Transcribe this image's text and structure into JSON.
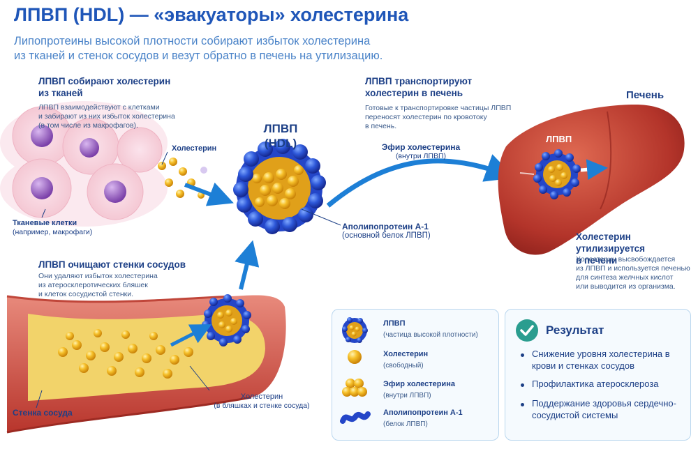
{
  "header": {
    "title": "ЛПВП (HDL) — «эвакуаторы» холестерина",
    "subtitle_line1": "Липопротеины высокой плотности собирают избыток холестерина",
    "subtitle_line2": "из тканей и стенок сосудов и везут обратно в печень на утилизацию."
  },
  "tissue": {
    "heading_line1": "ЛПВП собирают холестерин",
    "heading_line2": "из тканей",
    "text_line1": "ЛПВП взаимодействуют с клетками",
    "text_line2": "и забирают из них избыток холестерина",
    "text_line3": "(в том числе из макрофагов).",
    "cholesterol_label": "Холестерин",
    "cells_label_line1": "Тканевые клетки",
    "cells_label_line2": "(например, макрофаги)"
  },
  "center": {
    "title_line1": "ЛПВП",
    "title_line2": "(HDL)",
    "apo_label_line1": "Аполипопротеин А-1",
    "apo_label_line2": "(основной белок ЛПВП)"
  },
  "transport": {
    "heading_line1": "ЛПВП транспортируют",
    "heading_line2": "холестерин  в печень",
    "text_line1": "Готовые к транспортировке частицы ЛПВП",
    "text_line2": "переносят холестерин по кровотоку",
    "text_line3": "в печень.",
    "ester_label_line1": "Эфир холестерина",
    "ester_label_line2": "(внутри ЛПВП)"
  },
  "liver": {
    "title": "Печень",
    "hdl_label": "ЛПВП",
    "heading_line1": "Холестерин утилизируется",
    "heading_line2": "в печени",
    "text_line1": "Холестерин высвобождается",
    "text_line2": "из ЛПВП и используется печенью",
    "text_line3": "для синтеза желчных кислот",
    "text_line4": "или выводится из организма."
  },
  "vessel": {
    "heading": "ЛПВП  очищают стенки сосудов",
    "text_line1": "Они удаляют избыток холестерина",
    "text_line2": "из атеросклеротических бляшек",
    "text_line3": "и клеток сосудистой стенки.",
    "wall_label": "Стенка сосуда",
    "plaque_label_line1": "Холестерин",
    "plaque_label_line2": "(в бляшках и стенке сосуда)"
  },
  "legend": {
    "items": [
      {
        "title": "ЛПВП",
        "subtitle": "(частица высокой плотности)",
        "icon": "hdl-particle-icon"
      },
      {
        "title": "Холестерин",
        "subtitle": "(свободный)",
        "icon": "cholesterol-sphere-icon"
      },
      {
        "title": "Эфир холестерина",
        "subtitle": "(внутри ЛПВП)",
        "icon": "cholesterol-ester-icon"
      },
      {
        "title": "Аполипопротеин А-1",
        "subtitle": "(белок ЛПВП)",
        "icon": "apolipoprotein-icon"
      }
    ]
  },
  "result": {
    "title": "Результат",
    "item1": "Снижение уровня холестерина в крови и стенках сосудов",
    "item2": "Профилактика атеросклероза",
    "item3": "Поддержание здоровья сердечно-сосудистой системы"
  },
  "colors": {
    "title": "#1f56b8",
    "accent": "#1d7fd6",
    "cholesterol": "#f2b21a",
    "apoprotein": "#2a4fd0",
    "liver": "#b4322a",
    "check": "#2a9d8f"
  }
}
